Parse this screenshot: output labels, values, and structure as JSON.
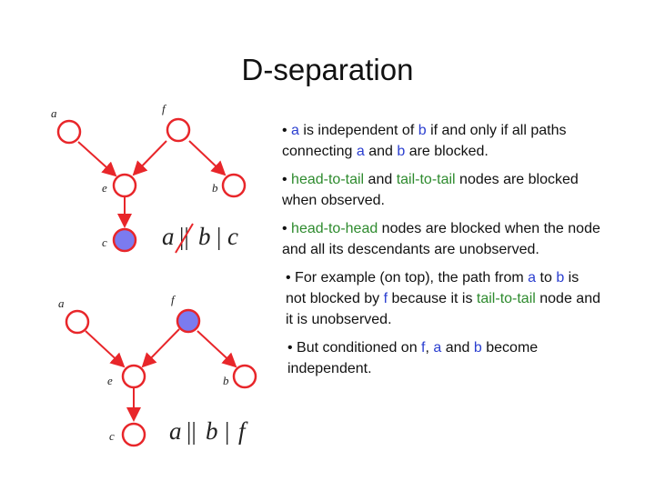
{
  "title": "D-separation",
  "colors": {
    "edge": "#e8262a",
    "node_observed": "#7b7bef",
    "node_plain": "#ffffff",
    "blue_text": "#2b3fd0",
    "green_text": "#2e8b2e"
  },
  "graph_top": {
    "labels": {
      "a": "a",
      "f": "f",
      "e": "e",
      "b": "b",
      "c": "c"
    },
    "formula": {
      "lhs": "a",
      "sep": "||",
      "rhs": "b",
      "bar": "|",
      "cond": "c",
      "crossed": true
    }
  },
  "graph_bottom": {
    "labels": {
      "a": "a",
      "f": "f",
      "e": "e",
      "b": "b",
      "c": "c"
    },
    "formula": {
      "lhs": "a",
      "sep": "||",
      "rhs": "b",
      "bar": "|",
      "cond": "f",
      "crossed": false
    }
  },
  "bullets": [
    {
      "text_1": "• ",
      "a": "a",
      "text_2": " is independent of ",
      "b": "b",
      "text_3": " if and only if all paths connecting ",
      "a2": "a",
      "text_4": " and ",
      "b2": "b",
      "text_5": " are blocked."
    },
    {
      "text_1": "• ",
      "g1": "head-to-tail",
      "text_2": " and ",
      "g2": "tail-to-tail",
      "text_3": " nodes are blocked when observed."
    },
    {
      "text_1": "• ",
      "g1": "head-to-head",
      "text_2": " nodes are blocked when the node and all its descendants are unobserved."
    },
    {
      "text_1": "• For example (on top), the path from ",
      "a": "a",
      "text_2": " to ",
      "b": "b",
      "text_3": " is not blocked by ",
      "f": "f",
      "text_4": " because it is ",
      "g1": "tail-to-tail",
      "text_5": " node and it is unobserved."
    },
    {
      "text_1": "• But conditioned on ",
      "f": "f",
      "text_2": ", ",
      "a": "a",
      "text_3": " and ",
      "b": "b",
      "text_4": " become independent."
    }
  ]
}
